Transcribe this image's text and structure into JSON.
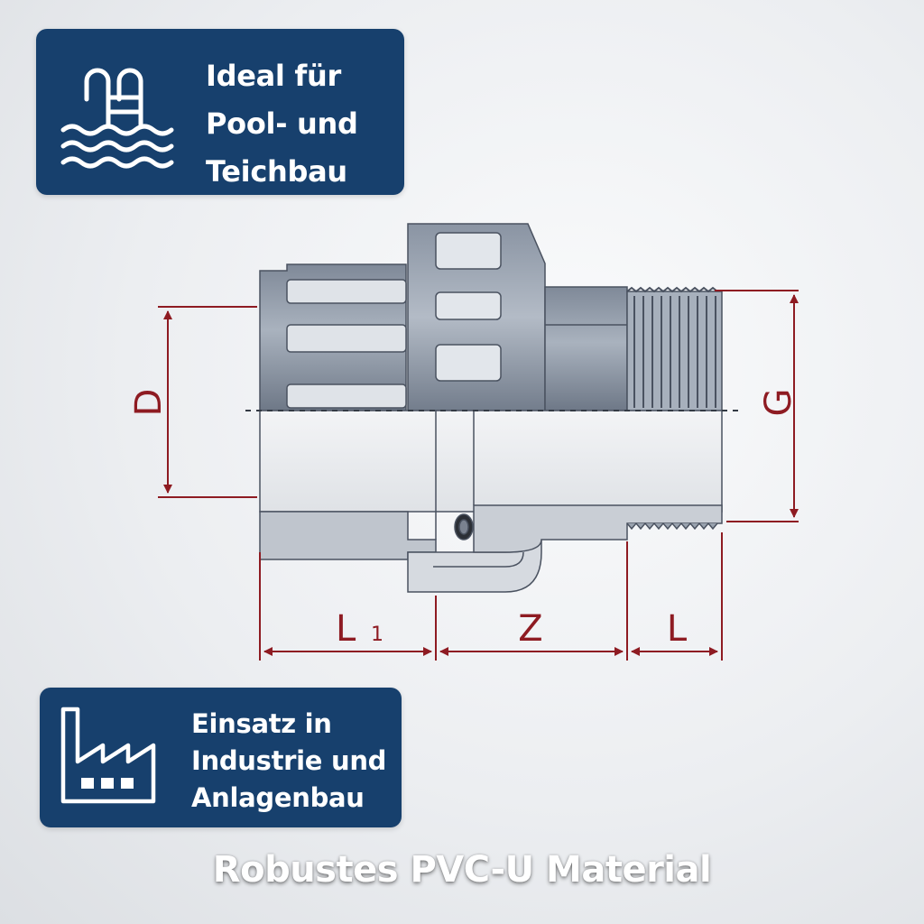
{
  "badges": {
    "pool": {
      "icon": "pool-ladder-icon",
      "lines": [
        "Ideal für",
        "Pool- und",
        "Teichbau"
      ]
    },
    "industry": {
      "icon": "factory-icon",
      "lines": [
        "Einsatz in",
        "Industrie und",
        "Anlagenbau"
      ]
    }
  },
  "dimensions": {
    "D": "D",
    "G": "G",
    "L1_main": "L",
    "L1_sub": "1",
    "Z": "Z",
    "L": "L"
  },
  "footer": "Robustes PVC-U Material",
  "colors": {
    "badge_bg": "#17406d",
    "dimension": "#8e1b22",
    "fitting_body": "#8c96a5"
  }
}
